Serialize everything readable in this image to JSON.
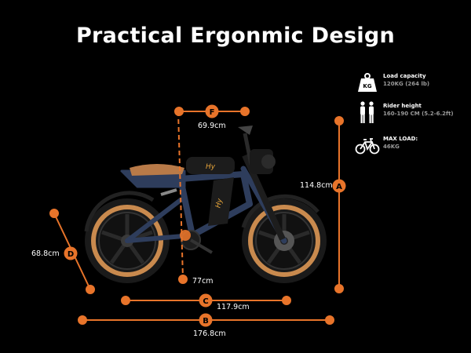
{
  "title": "Practical Ergonmic Design",
  "specs": [
    {
      "icon": "weight-kg-icon",
      "label": "Load capacity",
      "value": "120KG (264 lb)"
    },
    {
      "icon": "rider-height-icon",
      "label": "Rider height",
      "value": "160-190 CM (5.2-6.2ft)"
    },
    {
      "icon": "bicycle-icon",
      "label": "MAX LOAD:",
      "value": "46KG"
    }
  ],
  "dimensions": {
    "A": {
      "letter": "A",
      "value": "114.8cm"
    },
    "B": {
      "letter": "B",
      "value": "176.8cm"
    },
    "C": {
      "letter": "C",
      "value": "117.9cm"
    },
    "D": {
      "letter": "D",
      "value": "68.8cm"
    },
    "E": {
      "value": "77cm"
    },
    "F": {
      "letter": "F",
      "value": "69.9cm"
    }
  },
  "colors": {
    "accent": "#e8742a",
    "frame": "#2e3d5c",
    "tire_wall": "#c98a4e",
    "background": "#000000"
  }
}
